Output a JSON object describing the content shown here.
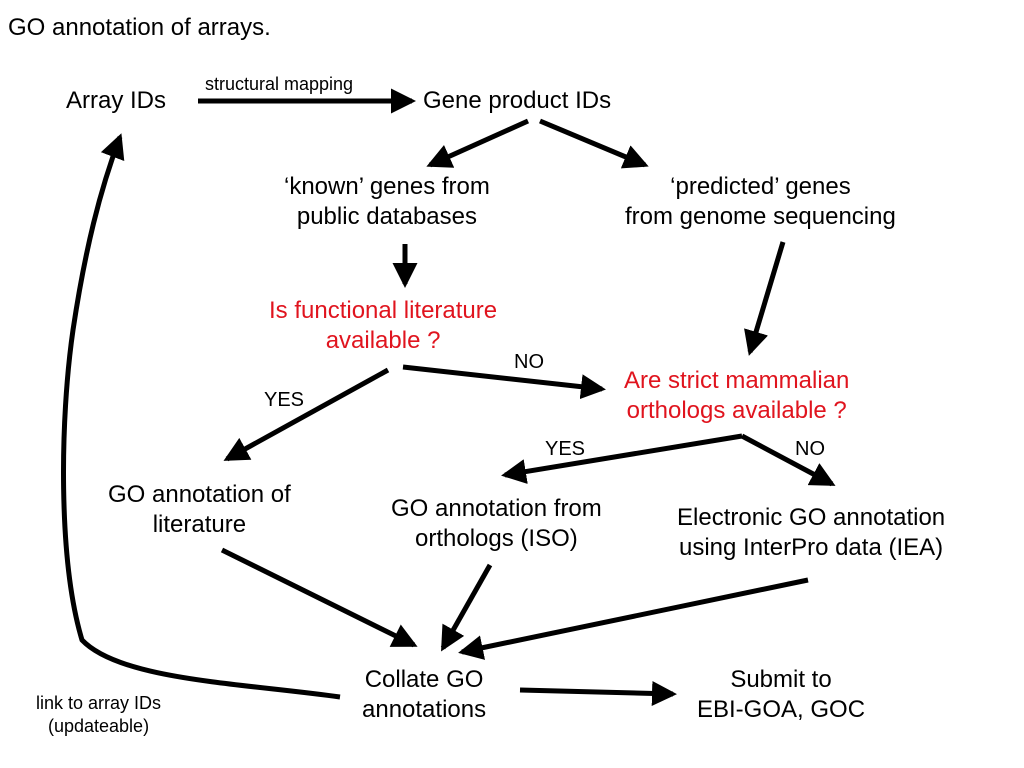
{
  "title": "GO annotation of arrays.",
  "nodes": {
    "array_ids": "Array IDs",
    "gene_product_ids": "Gene product IDs",
    "known_genes": [
      "‘known’ genes from",
      "public databases"
    ],
    "predicted_genes": [
      "‘predicted’ genes",
      "from genome sequencing"
    ],
    "functional_literature": [
      "Is functional literature",
      "available ?"
    ],
    "mammalian_orthologs": [
      "Are strict mammalian",
      "orthologs available ?"
    ],
    "go_literature": [
      "GO annotation of",
      "literature"
    ],
    "go_orthologs": [
      "GO annotation from",
      "orthologs (ISO)"
    ],
    "electronic_go": [
      "Electronic GO annotation",
      "using InterPro data (IEA)"
    ],
    "collate": [
      "Collate GO",
      "annotations"
    ],
    "submit": [
      "Submit to",
      "EBI-GOA, GOC"
    ]
  },
  "edge_labels": {
    "structural_mapping": "structural mapping",
    "yes_literature": "YES",
    "no_literature": "NO",
    "yes_orthologs": "YES",
    "no_orthologs": "NO",
    "link_array": [
      "link to array IDs",
      "(updateable)"
    ]
  },
  "colors": {
    "question_text": "#e0141e",
    "text": "#000000",
    "arrow": "#000000"
  }
}
